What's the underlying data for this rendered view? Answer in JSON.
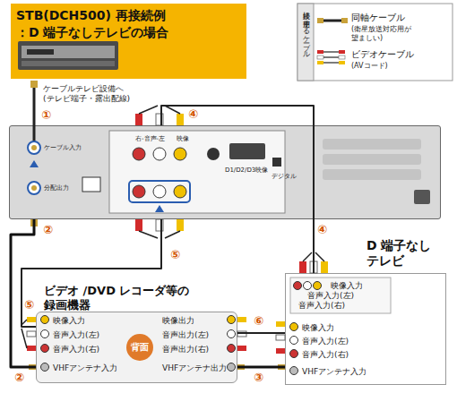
{
  "diagram": {
    "nodes": [
      {
        "text": [
          "STB(DCH500) 再接続例",
          "：D 端子なしテレビの場合"
        ]
      },
      {
        "text": [
          "ケーブル入力",
          "分配出力",
          "右-音声-左",
          "映像",
          "D1/D2/D3映像",
          "デジタル"
        ]
      },
      {
        "text": [
          "ビデオ /DVD レコーダ等の 録画機器",
          "映像入力",
          "音声入力(左)",
          "音声入力(右)",
          "VHFアンテナ入力",
          "背面",
          "映像出力",
          "音声出力(左)",
          "音声出力(右)",
          "VHFアンテナ出力"
        ]
      },
      {
        "text": [
          "D 端子なし テレビ",
          "映像入力",
          "音声入力(左)",
          "音声入力(右)",
          "映像入力",
          "音声入力(左)",
          "音声入力(右)",
          "VHFアンテナ入力"
        ]
      }
    ],
    "edges": [
      {
        "from": 1,
        "to": 3,
        "arrow": "none",
        "label": "④"
      },
      {
        "from": 1,
        "to": 2,
        "arrow": "none",
        "label": "⑤"
      },
      {
        "from": 1,
        "to": 2,
        "arrow": "none",
        "label": "②"
      },
      {
        "from": 2,
        "to": 3,
        "arrow": "none",
        "label": "⑥"
      },
      {
        "from": 2,
        "to": 3,
        "arrow": "none",
        "label": "③"
      }
    ],
    "labels": [
      "①",
      "ケーブルテレビ設備へ (テレビ端子・露出配線)",
      "④",
      "⑤",
      "②",
      "接続に使用するケーブル",
      "(衛星放送対応用が 望ましい)",
      "(AVコード)"
    ],
    "legend": [
      {
        "text": "同軸ケーブル"
      },
      {
        "text": "ビデオケーブル"
      }
    ]
  }
}
